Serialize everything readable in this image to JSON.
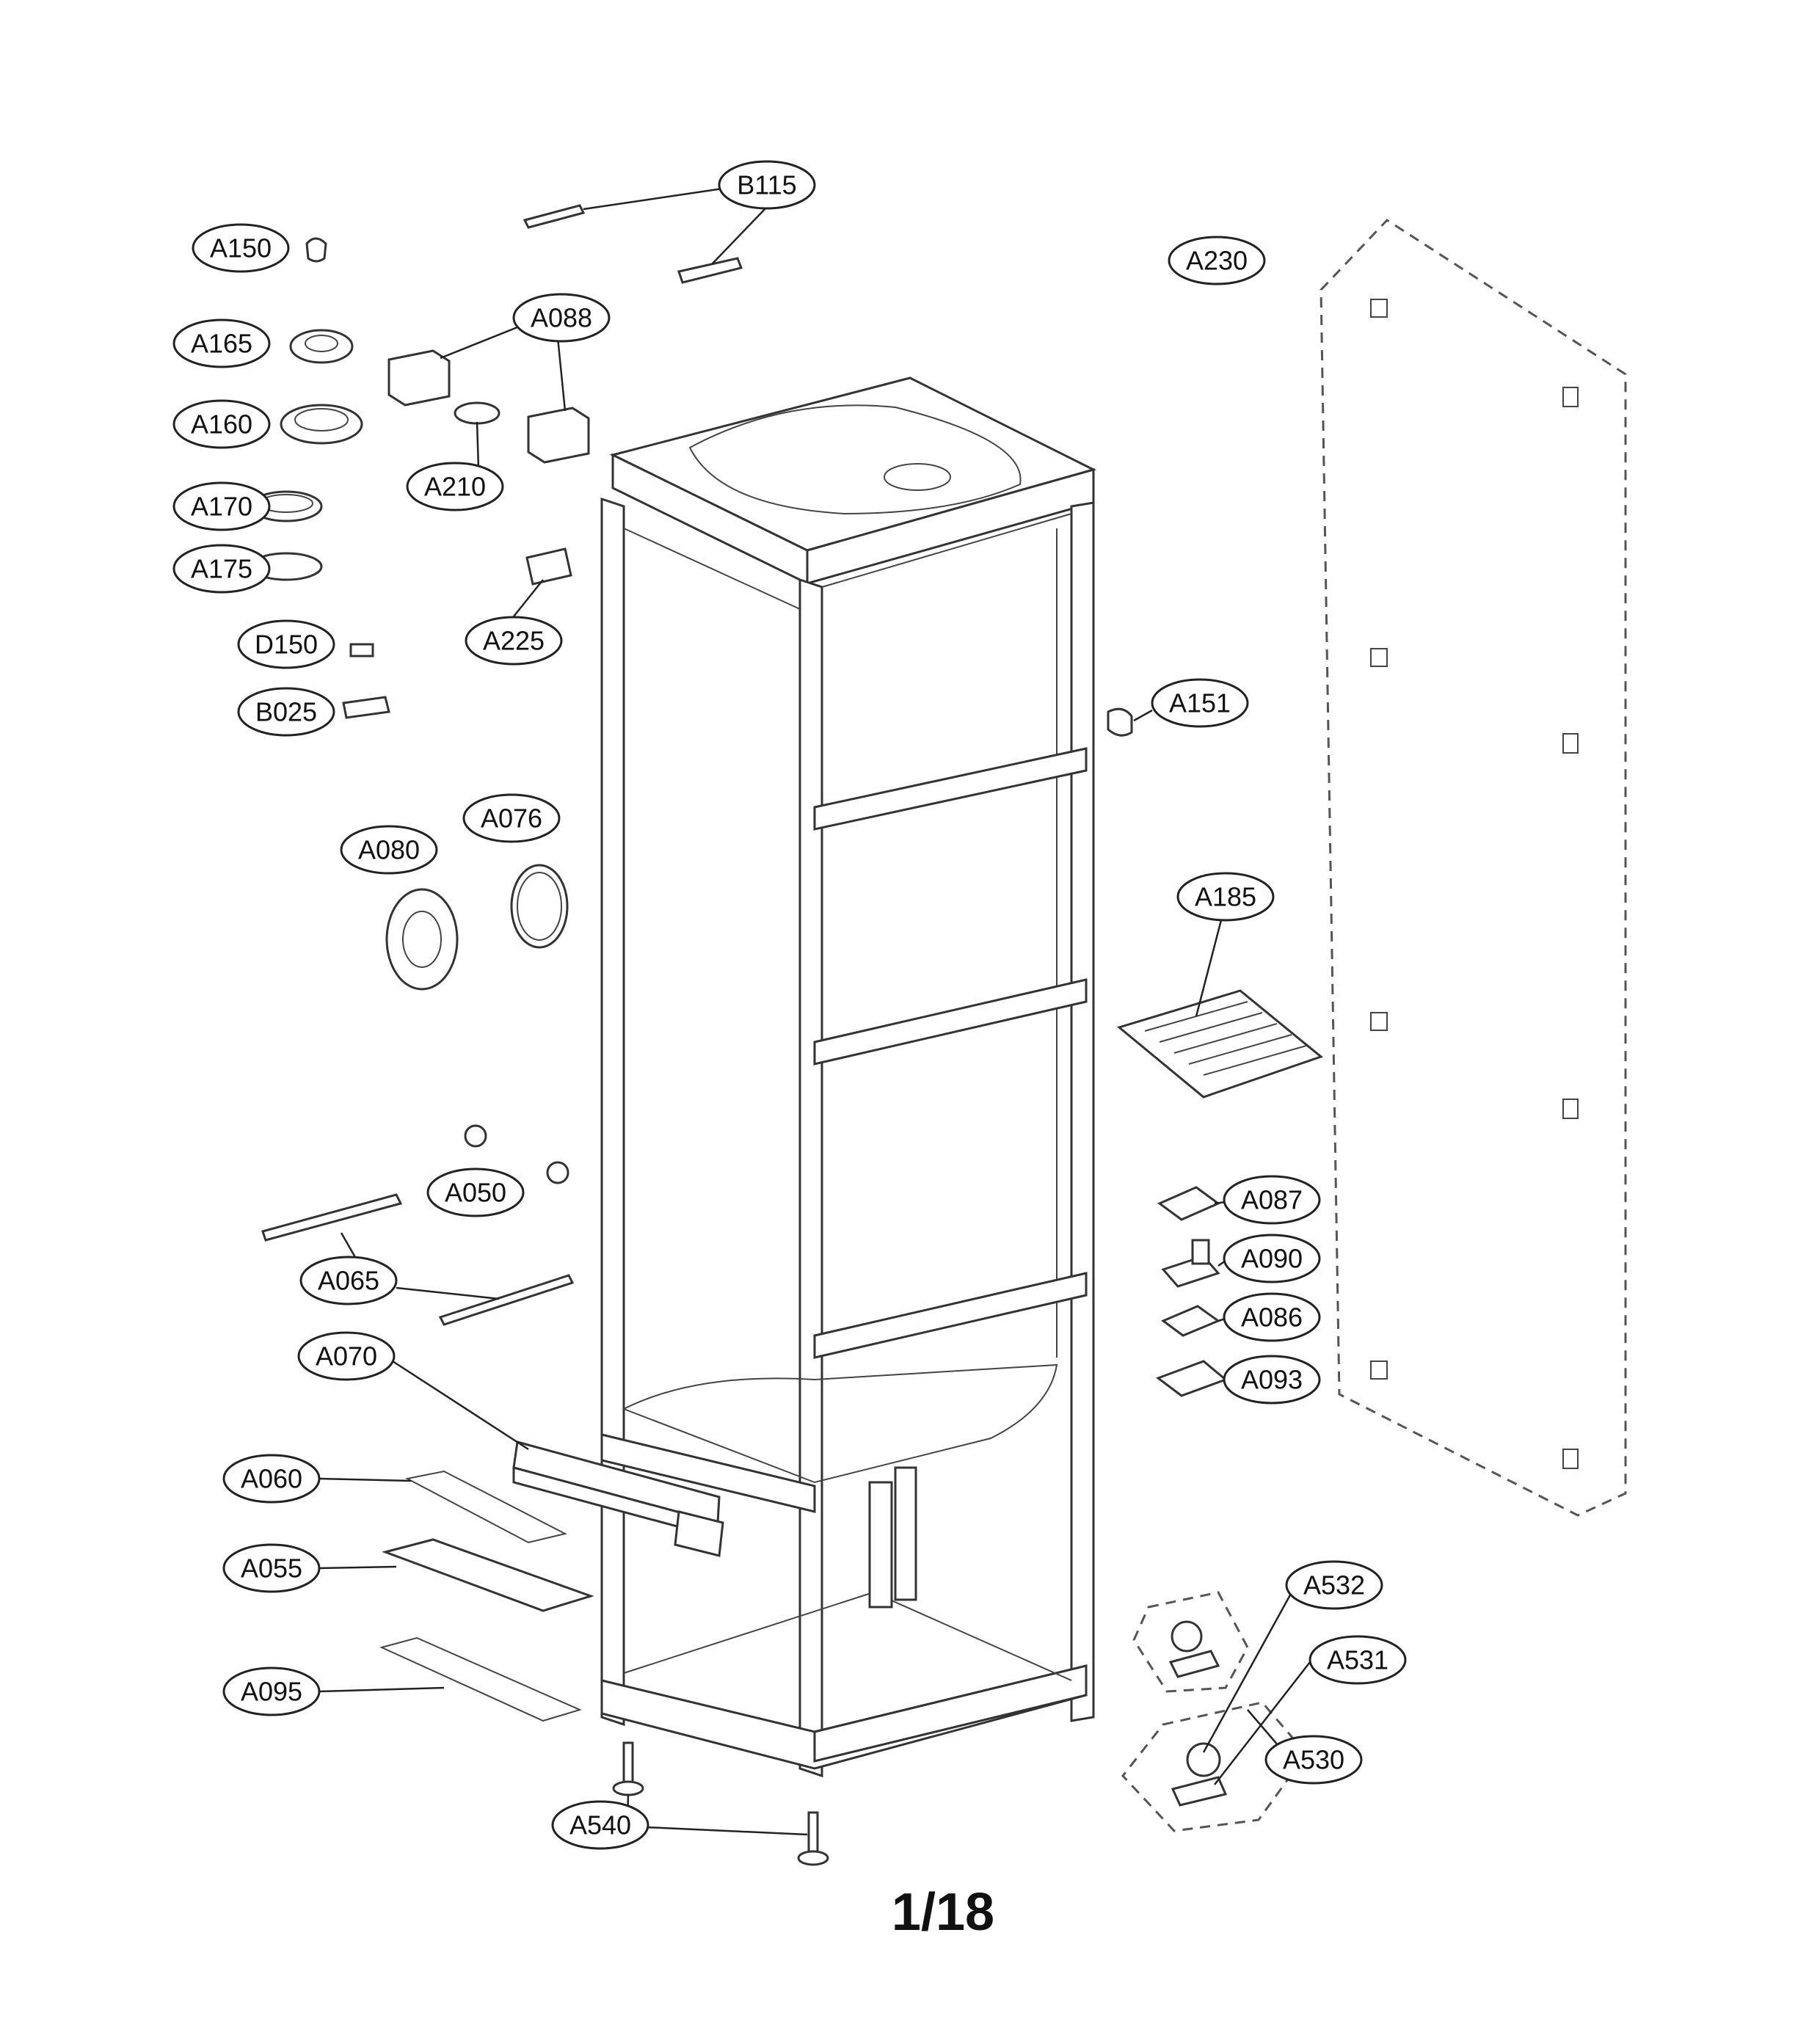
{
  "page": {
    "number": "1/18"
  },
  "callouts": {
    "B115": "B115",
    "A150": "A150",
    "A230": "A230",
    "A165": "A165",
    "A088": "A088",
    "A160": "A160",
    "A210": "A210",
    "A170": "A170",
    "A175": "A175",
    "A225": "A225",
    "D150": "D150",
    "B025": "B025",
    "A151": "A151",
    "A076": "A076",
    "A080": "A080",
    "A185": "A185",
    "A050": "A050",
    "A087": "A087",
    "A090": "A090",
    "A065": "A065",
    "A086": "A086",
    "A070": "A070",
    "A093": "A093",
    "A060": "A060",
    "A055": "A055",
    "A532": "A532",
    "A531": "A531",
    "A095": "A095",
    "A530": "A530",
    "A540": "A540"
  }
}
